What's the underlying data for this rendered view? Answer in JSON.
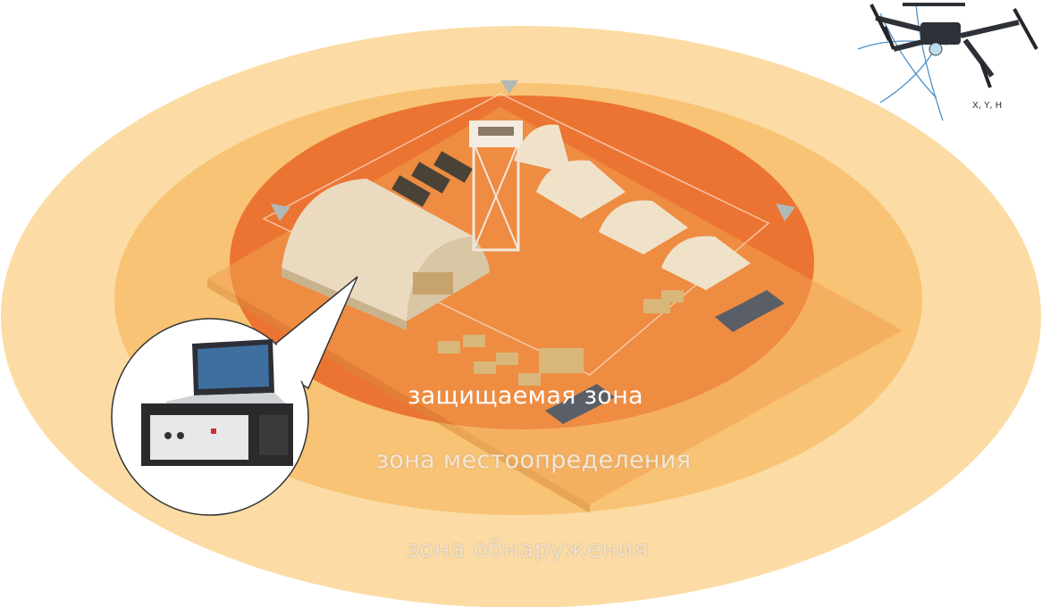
{
  "zones": {
    "protected": "защищаемая зона",
    "location": "зона местоопределения",
    "detection": "зона обнаружения"
  },
  "drone": {
    "coordinates_label": "X, Y, H"
  },
  "colors": {
    "detection_zone": "#fcdca4",
    "location_zone": "#f8c374",
    "protected_zone": "#ec7432",
    "base_ground": "#f3a95a",
    "structures": "#f1e4cc"
  }
}
